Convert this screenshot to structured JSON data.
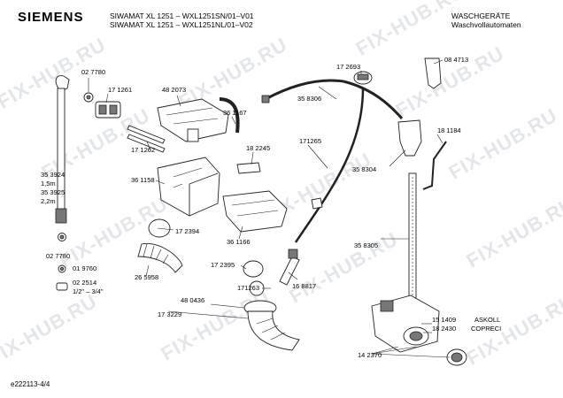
{
  "header": {
    "brand": "SIEMENS",
    "model_line1": "SIWAMAT XL 1251 – WXL1251SN/01–V01",
    "model_line2": "SIWAMAT XL 1251 – WXL1251NL/01–V02",
    "category": "WASCHGERÄTE",
    "subcategory": "Waschvollautomaten"
  },
  "watermark": "FIX-HUB.RU",
  "footer": "e222113-4/4",
  "labels": [
    "02 7780",
    "17 1261",
    "48 2073",
    "36 1167",
    "17 2693",
    "35 8306",
    "08 4713",
    "17 1262",
    "18 2245",
    "171265",
    "18 1184",
    "35 3924",
    "1,5m",
    "35 3925",
    "2,2m",
    "36 1158",
    "35 8304",
    "17 2394",
    "36 1166",
    "35 8305",
    "02 7780",
    "01 9760",
    "26 5958",
    "17 2395",
    "16 8817",
    "02 2514",
    "1/2\" – 3/4\"",
    "171263",
    "48 0436",
    "15 1409",
    "ASKOLL",
    "18 2430",
    "COPRECI",
    "17 3229",
    "14 2370"
  ]
}
